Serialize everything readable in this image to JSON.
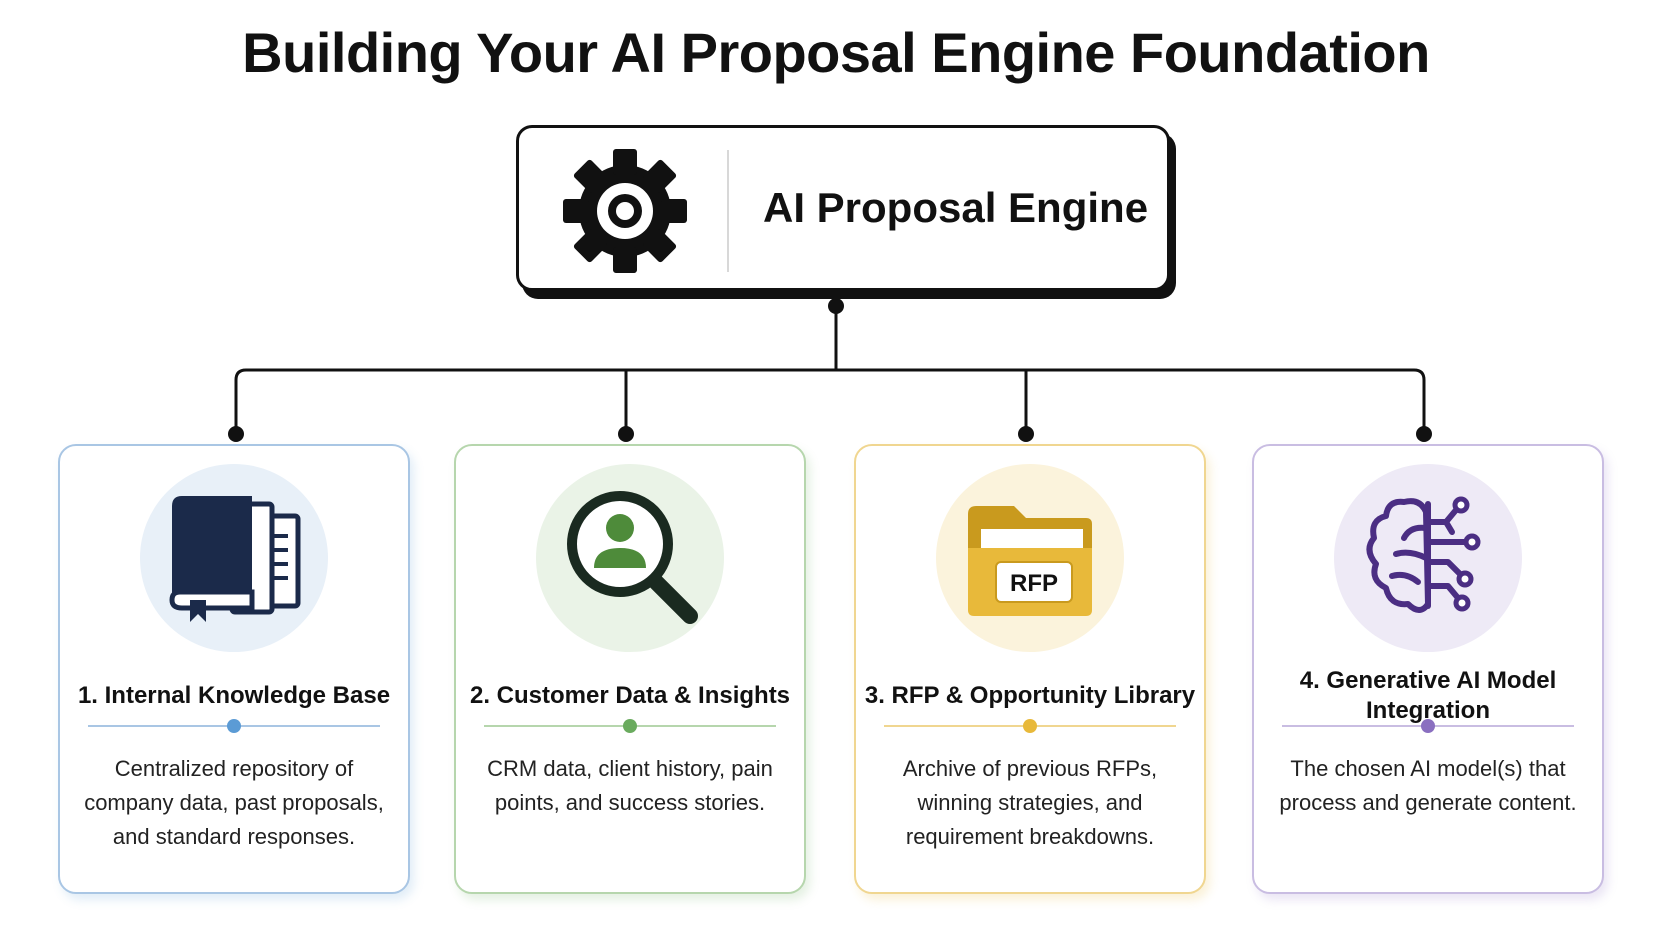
{
  "title": "Building Your AI Proposal Engine Foundation",
  "engine": {
    "label": "AI Proposal Engine",
    "icon": "gear-icon"
  },
  "components": [
    {
      "heading": "1. Internal Knowledge Base",
      "description": "Centralized repository of company data, past proposals, and standard responses.",
      "icon": "book-documents-icon",
      "accent": "#5b9bd5",
      "circle": "#e8f0f8"
    },
    {
      "heading": "2. Customer Data & Insights",
      "description": "CRM data, client history, pain points, and success stories.",
      "icon": "magnifier-user-icon",
      "accent": "#6aab5e",
      "circle": "#eaf3e7"
    },
    {
      "heading": "3. RFP & Opportunity Library",
      "description": "Archive of previous RFPs, winning strategies, and requirement breakdowns.",
      "icon": "rfp-folder-icon",
      "accent": "#e8b93a",
      "circle": "#fbf3dc",
      "icon_text": "RFP"
    },
    {
      "heading": "4. Generative AI Model Integration",
      "description": "The chosen AI model(s) that process and generate content.",
      "icon": "ai-brain-icon",
      "accent": "#8a6fc0",
      "circle": "#eeeaf6"
    }
  ],
  "colors": {
    "line": "#111111",
    "primary_icon": "#1b2a4a",
    "green_icon": "#4e8b3a",
    "folder": "#e0b030",
    "brain": "#4b2e83"
  }
}
